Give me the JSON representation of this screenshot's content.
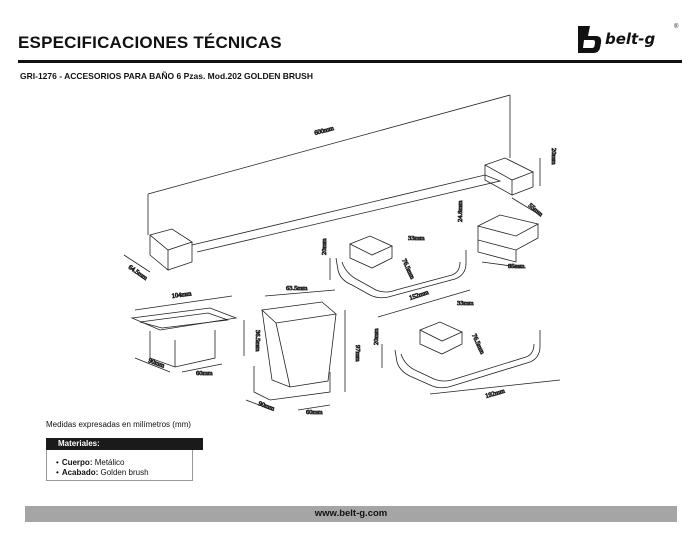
{
  "header": {
    "title": "ESPECIFICACIONES TÉCNICAS",
    "logo_text": "belt-g",
    "logo_mark": "®",
    "logo_icon": "belt-g-logo-icon"
  },
  "product": {
    "subtitle": "GRI-1276 - ACCESORIOS PARA BAÑO 6 Pzas. Mod.202 GOLDEN BRUSH"
  },
  "dimensions": {
    "towel_bar_length": "600mm",
    "towel_bar_height": "20mm",
    "towel_bar_depth": "64.5mm",
    "hook_depth": "55mm",
    "hook_width": "85mm",
    "hook_height": "24.8mm",
    "shelf_depth": "33mm",
    "shelf_height": "20mm",
    "shelf_inner": "76.5mm",
    "shelf_width": "152mm",
    "holder_depth": "33mm",
    "holder_height": "20mm",
    "holder_inner": "76.5mm",
    "holder_width": "192mm",
    "soap_width": "104mm",
    "soap_height": "36.5mm",
    "soap_depth": "90mm",
    "soap_base": "60mm",
    "cup_width": "63.5mm",
    "cup_height": "97mm",
    "cup_depth": "90mm",
    "cup_base": "60mm"
  },
  "notes": {
    "units": "Medidas expresadas en milímetros (mm)"
  },
  "materials": {
    "heading": "Materiales:",
    "items": [
      {
        "label": "Cuerpo:",
        "value": "Metálico"
      },
      {
        "label": "Acabado:",
        "value": "Golden brush"
      }
    ]
  },
  "footer": {
    "website": "www.belt-g.com"
  }
}
